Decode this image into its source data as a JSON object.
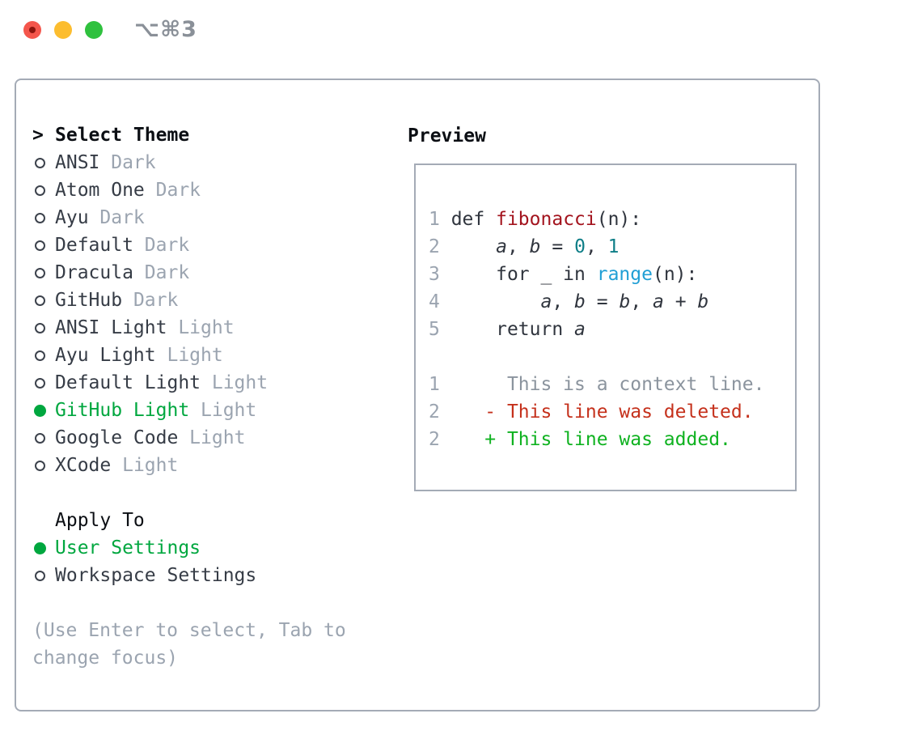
{
  "window": {
    "title": "⌥⌘3",
    "traffic_lights": [
      "close",
      "minimize",
      "zoom"
    ]
  },
  "theme_panel": {
    "header_marker": ">",
    "header": "Select Theme",
    "themes": [
      {
        "name": "ANSI",
        "tag": "Dark",
        "selected": false
      },
      {
        "name": "Atom One",
        "tag": "Dark",
        "selected": false
      },
      {
        "name": "Ayu",
        "tag": "Dark",
        "selected": false
      },
      {
        "name": "Default",
        "tag": "Dark",
        "selected": false
      },
      {
        "name": "Dracula",
        "tag": "Dark",
        "selected": false
      },
      {
        "name": "GitHub",
        "tag": "Dark",
        "selected": false
      },
      {
        "name": "ANSI Light",
        "tag": "Light",
        "selected": false
      },
      {
        "name": "Ayu Light",
        "tag": "Light",
        "selected": false
      },
      {
        "name": "Default Light",
        "tag": "Light",
        "selected": false
      },
      {
        "name": "GitHub Light",
        "tag": "Light",
        "selected": true
      },
      {
        "name": "Google Code",
        "tag": "Light",
        "selected": false
      },
      {
        "name": "XCode",
        "tag": "Light",
        "selected": false
      }
    ],
    "apply_to": {
      "label": "Apply To",
      "options": [
        {
          "name": "User Settings",
          "selected": true
        },
        {
          "name": "Workspace Settings",
          "selected": false
        }
      ]
    },
    "hint": "(Use Enter to select, Tab to change focus)"
  },
  "preview": {
    "title": "Preview",
    "code_lines": [
      [
        [
          "ln",
          "1"
        ],
        [
          "t",
          " def "
        ],
        [
          "fn",
          "fibonacci"
        ],
        [
          "t",
          "(n):"
        ]
      ],
      [
        [
          "ln",
          "2"
        ],
        [
          "t",
          "     "
        ],
        [
          "var",
          "a"
        ],
        [
          "t",
          ", "
        ],
        [
          "var",
          "b"
        ],
        [
          "t",
          " = "
        ],
        [
          "lit",
          "0"
        ],
        [
          "t",
          ", "
        ],
        [
          "lit",
          "1"
        ]
      ],
      [
        [
          "ln",
          "3"
        ],
        [
          "t",
          "     for _ in "
        ],
        [
          "call",
          "range"
        ],
        [
          "t",
          "(n):"
        ]
      ],
      [
        [
          "ln",
          "4"
        ],
        [
          "t",
          "         "
        ],
        [
          "var",
          "a"
        ],
        [
          "t",
          ", "
        ],
        [
          "var",
          "b"
        ],
        [
          "t",
          " = "
        ],
        [
          "var",
          "b"
        ],
        [
          "t",
          ", "
        ],
        [
          "var",
          "a"
        ],
        [
          "t",
          " + "
        ],
        [
          "var",
          "b"
        ]
      ],
      [
        [
          "ln",
          "5"
        ],
        [
          "t",
          "     return "
        ],
        [
          "var",
          "a"
        ]
      ],
      [],
      [
        [
          "ln",
          "1"
        ],
        [
          "ctx",
          "      This is a context line."
        ]
      ],
      [
        [
          "ln",
          "2"
        ],
        [
          "t",
          "    "
        ],
        [
          "del",
          "- This line was deleted."
        ]
      ],
      [
        [
          "ln",
          "2"
        ],
        [
          "t",
          "    "
        ],
        [
          "add",
          "+ This line was added."
        ]
      ]
    ]
  },
  "colors": {
    "border": "#a4abb6",
    "title-gray": "#8a9098",
    "text-dark": "#363c46",
    "text-black": "#0c0f14",
    "muted": "#9ba4b0",
    "green": "#00a73f",
    "code-plain": "#30353e",
    "fn-red": "#a3141e",
    "lit-teal": "#0e7e87",
    "call-blue": "#219fd5",
    "ctx-gray": "#8b949e",
    "del-red": "#c5311c",
    "add-green": "#0fb220",
    "light-red": "#f4564c",
    "light-yellow": "#fcbd2f",
    "light-green": "#2fc13e"
  }
}
